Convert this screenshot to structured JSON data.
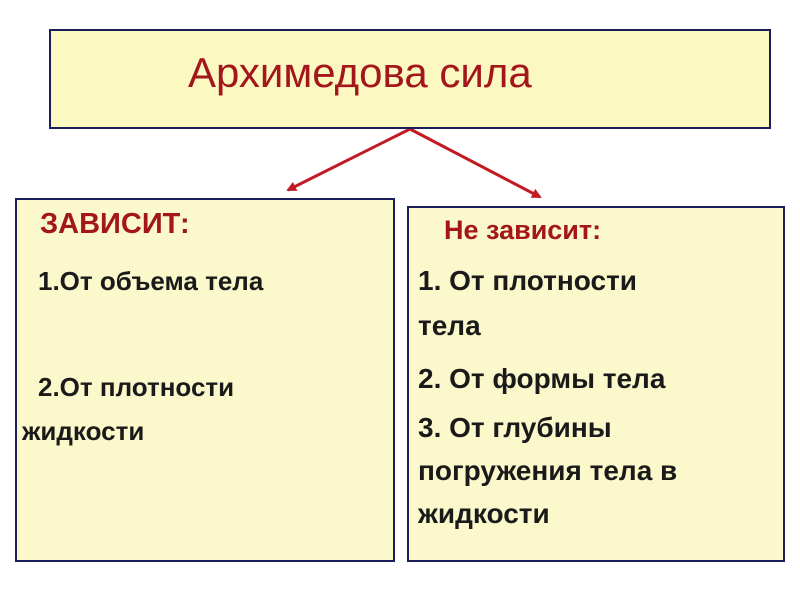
{
  "title": "Архимедова сила",
  "left": {
    "heading": "ЗАВИСИТ:",
    "items": [
      [
        "1.От объема тела"
      ],
      [
        "2.От плотности",
        "жидкости"
      ]
    ]
  },
  "right": {
    "heading": "Не зависит:",
    "items": [
      [
        "1. От плотности",
        "тела"
      ],
      [
        "2. От формы тела"
      ],
      [
        "3. От глубины",
        "погружения тела в",
        "жидкости"
      ]
    ]
  },
  "colors": {
    "heading_red": "#a3161b",
    "box_fill": "#fbf8cc",
    "border_navy": "#1a1f5c",
    "arrow_red": "#c11a22"
  }
}
